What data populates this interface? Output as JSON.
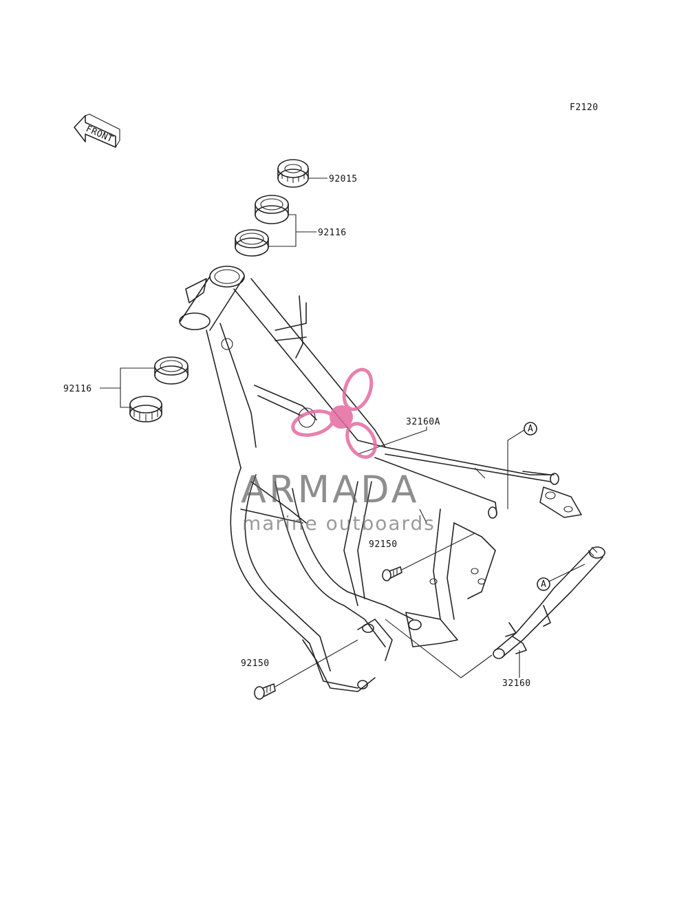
{
  "figure_code": "F2120",
  "front_arrow_label": "FRONT",
  "parts": {
    "nut": "92015",
    "upper_bearing": "92116",
    "lower_bearing": "92116",
    "frame": "32160A",
    "bolt_upper": "92150",
    "bolt_lower": "92150",
    "subframe": "32160"
  },
  "callouts": {
    "a1": "A",
    "a2": "A"
  },
  "watermark": {
    "name": "ARMADA",
    "tagline": "marine outboards",
    "color": "#e46aa0"
  }
}
